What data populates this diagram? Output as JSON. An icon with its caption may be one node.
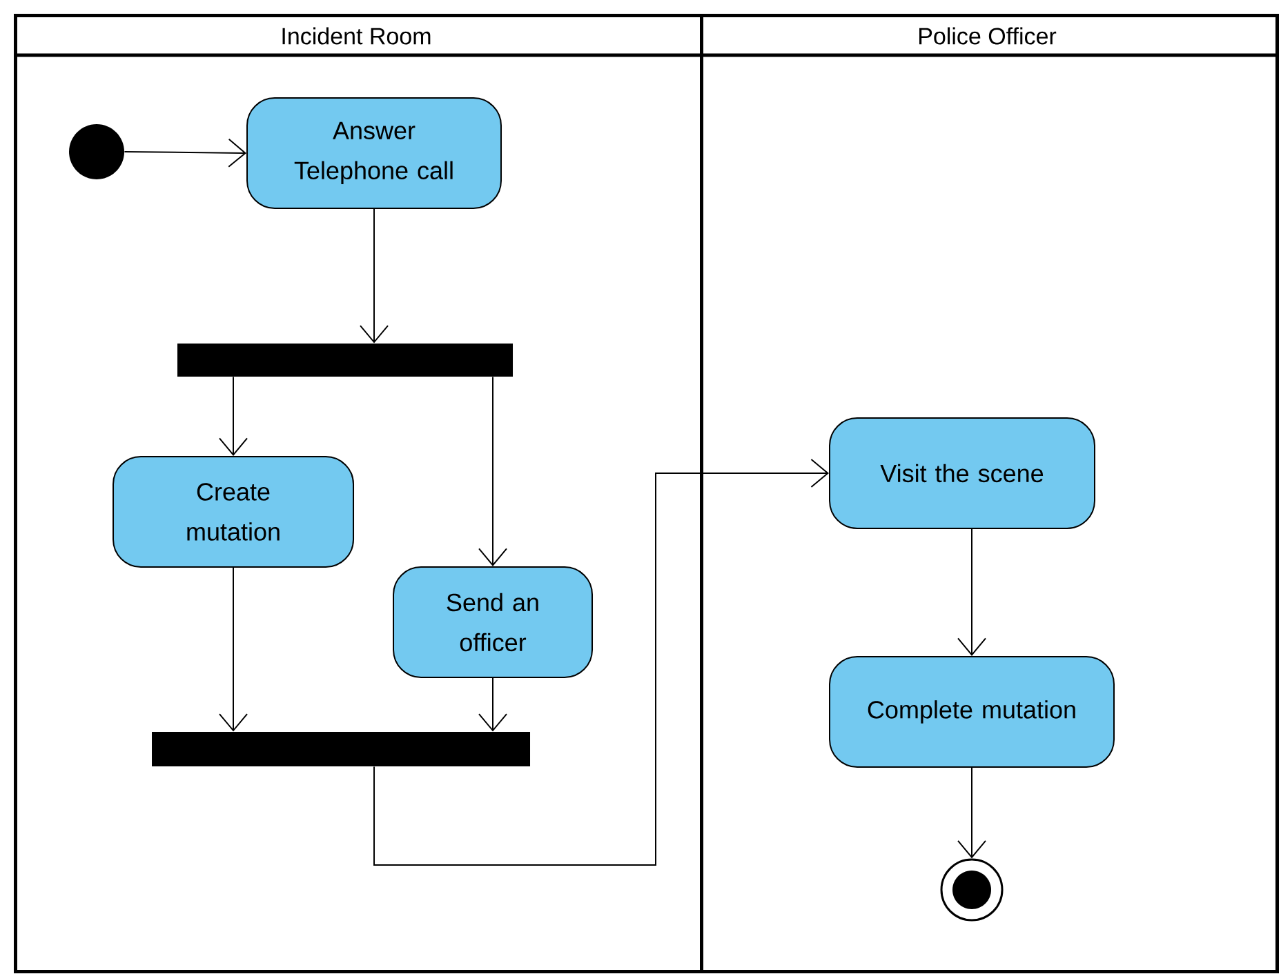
{
  "diagram": {
    "nodes": [
      {
        "text": [
          "Incident Room"
        ]
      },
      {
        "text": [
          "Police Officer"
        ]
      },
      {
        "text": [],
        "shape": "circle",
        "in": 0
      },
      {
        "text": [
          "Answer Telephone call"
        ],
        "in": 0
      },
      {
        "text": [],
        "shape": "bar",
        "in": 0
      },
      {
        "text": [
          "Create mutation"
        ],
        "in": 0
      },
      {
        "text": [
          "Send an officer"
        ],
        "in": 0
      },
      {
        "text": [],
        "shape": "bar",
        "in": 0
      },
      {
        "text": [
          "Visit the scene"
        ],
        "in": 1
      },
      {
        "text": [
          "Complete mutation"
        ],
        "in": 1
      },
      {
        "text": [],
        "shape": "circle",
        "in": 1
      }
    ],
    "edges": [
      {
        "from": 2,
        "to": 3,
        "arrow": "to"
      },
      {
        "from": 3,
        "to": 4,
        "arrow": "to"
      },
      {
        "from": 4,
        "to": 5,
        "arrow": "to"
      },
      {
        "from": 4,
        "to": 6,
        "arrow": "to"
      },
      {
        "from": 5,
        "to": 7,
        "arrow": "to"
      },
      {
        "from": 6,
        "to": 7,
        "arrow": "to"
      },
      {
        "from": 7,
        "to": 8,
        "arrow": "to"
      },
      {
        "from": 8,
        "to": 9,
        "arrow": "to"
      },
      {
        "from": 9,
        "to": 10,
        "arrow": "to"
      }
    ]
  }
}
